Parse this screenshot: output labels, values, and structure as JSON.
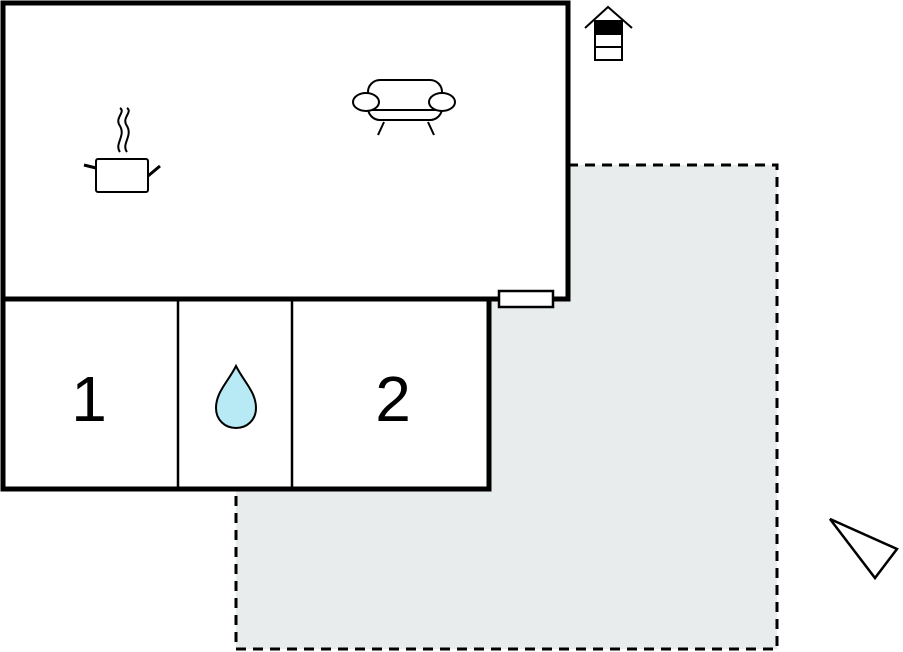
{
  "floorplan": {
    "rooms": [
      {
        "id": "living-kitchen",
        "icons": [
          "cooking-pot-icon",
          "sofa-icon"
        ]
      },
      {
        "id": "bedroom-1",
        "label": "1"
      },
      {
        "id": "bathroom",
        "icons": [
          "water-drop-icon"
        ]
      },
      {
        "id": "bedroom-2",
        "label": "2"
      }
    ],
    "outdoor_area": {
      "icons": [
        "terrace-area"
      ]
    },
    "icons": [
      "house-entrance-icon",
      "compass-direction-icon"
    ],
    "colors": {
      "wall": "#000000",
      "terrace_fill": "#e9ecec",
      "water_fill": "#b7eaf5",
      "background": "#ffffff"
    }
  }
}
